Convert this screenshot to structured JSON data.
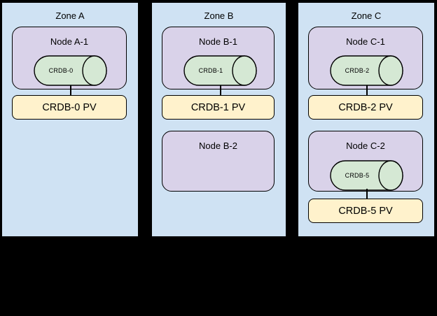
{
  "diagram": {
    "background": "#000000",
    "colors": {
      "background": "#000000",
      "zone_fill": "#cfe2f3",
      "zone_border": "#000000",
      "node_fill": "#d9d2e9",
      "db_fill": "#d5e8d4",
      "pv_fill": "#fff2cc",
      "line": "#000000"
    },
    "zones": [
      {
        "title": "Zone A",
        "nodes": [
          {
            "title": "Node A-1",
            "db": "CRDB-0",
            "pv": "CRDB-0 PV"
          }
        ]
      },
      {
        "title": "Zone B",
        "nodes": [
          {
            "title": "Node B-1",
            "db": "CRDB-1",
            "pv": "CRDB-1 PV"
          },
          {
            "title": "Node B-2"
          }
        ]
      },
      {
        "title": "Zone C",
        "nodes": [
          {
            "title": "Node C-1",
            "db": "CRDB-2",
            "pv": "CRDB-2 PV"
          },
          {
            "title": "Node C-2",
            "db": "CRDB-5",
            "pv": "CRDB-5 PV"
          }
        ]
      }
    ]
  }
}
